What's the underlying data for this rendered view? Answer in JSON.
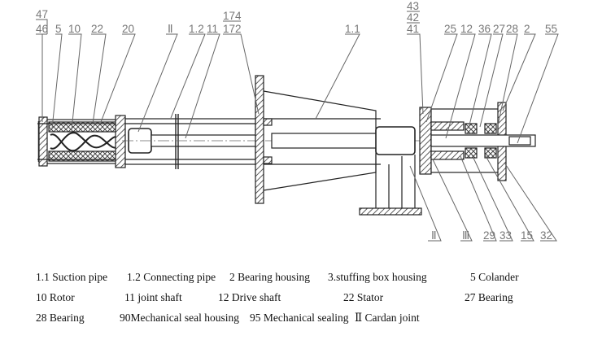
{
  "callouts": {
    "c47": "47",
    "c46": "46",
    "c5": "5",
    "c10": "10",
    "c22": "22",
    "c20": "20",
    "cII_top": "Ⅱ",
    "c12": "1.2",
    "c11": "11",
    "c174": "174",
    "c172": "172",
    "c11b": "1.1",
    "c43": "43",
    "c42": "42",
    "c41": "41",
    "c25": "25",
    "c12b": "12",
    "c36": "36",
    "c27": "27",
    "c28": "28",
    "c2": "2",
    "c55": "55",
    "cII_bottom": "Ⅱ",
    "cIII": "Ⅲ",
    "c29": "29",
    "c33": "33",
    "c15": "15",
    "c32": "32"
  },
  "legend": {
    "row1": [
      "1.1 Suction pipe",
      "1.2 Connecting pipe",
      "2 Bearing housing",
      "3.stuffing box  housing",
      "5 Colander"
    ],
    "row2": [
      "10 Rotor",
      "11 joint shaft",
      "12 Drive shaft",
      "22 Stator",
      "27 Bearing"
    ],
    "row3": [
      "28 Bearing",
      "90Mechanical seal housing",
      "95 Mechanical sealing",
      "Ⅱ Cardan joint"
    ]
  }
}
